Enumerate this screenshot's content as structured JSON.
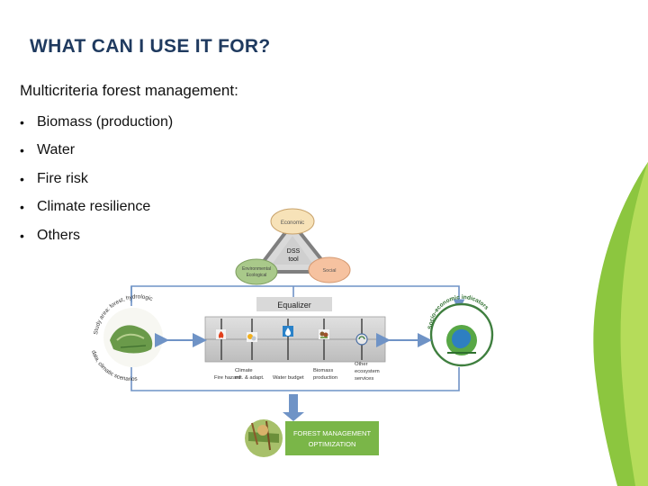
{
  "slide": {
    "title": "WHAT CAN I USE IT FOR?",
    "subtitle": "Multicriteria forest management:",
    "bullets": [
      "Biomass (production)",
      "Water",
      "Fire risk",
      "Climate resilience",
      "Others"
    ]
  },
  "diagram": {
    "triangle": {
      "top_node": "Economic",
      "left_node_lines": [
        "Environmental",
        "Ecological"
      ],
      "right_node": "Social",
      "center_lines": [
        "DSS",
        "tool"
      ]
    },
    "equalizer_label": "Equalizer",
    "sliders": [
      {
        "lines": [
          "Fire hazard"
        ],
        "icon": "fire-icon"
      },
      {
        "lines": [
          "Climate",
          "mit. & adapt."
        ],
        "icon": "climate-icon"
      },
      {
        "lines": [
          "Water budget"
        ],
        "icon": "water-drop-icon"
      },
      {
        "lines": [
          "Biomass",
          "production"
        ],
        "icon": "biomass-icon"
      },
      {
        "lines": [
          "Other",
          "ecosystem",
          "services"
        ],
        "icon": "other-services-icon"
      }
    ],
    "left_circle_arc_top": "Study area: forest, hydrologic",
    "left_circle_arc_bottom": "data, climatic scenarios",
    "right_circle_arc": "Socio-economic indicators",
    "result_box_lines": [
      "FOREST MANAGEMENT",
      "OPTIMIZATION"
    ],
    "colors": {
      "title": "#1f3a5f",
      "arrow_blue": "#6f93c6",
      "equalizer_bar": "#cfcfcf",
      "result_green": "#7ab648",
      "triangle_fill": "#d9d9d9",
      "accent_green": "#8cc63f"
    }
  }
}
